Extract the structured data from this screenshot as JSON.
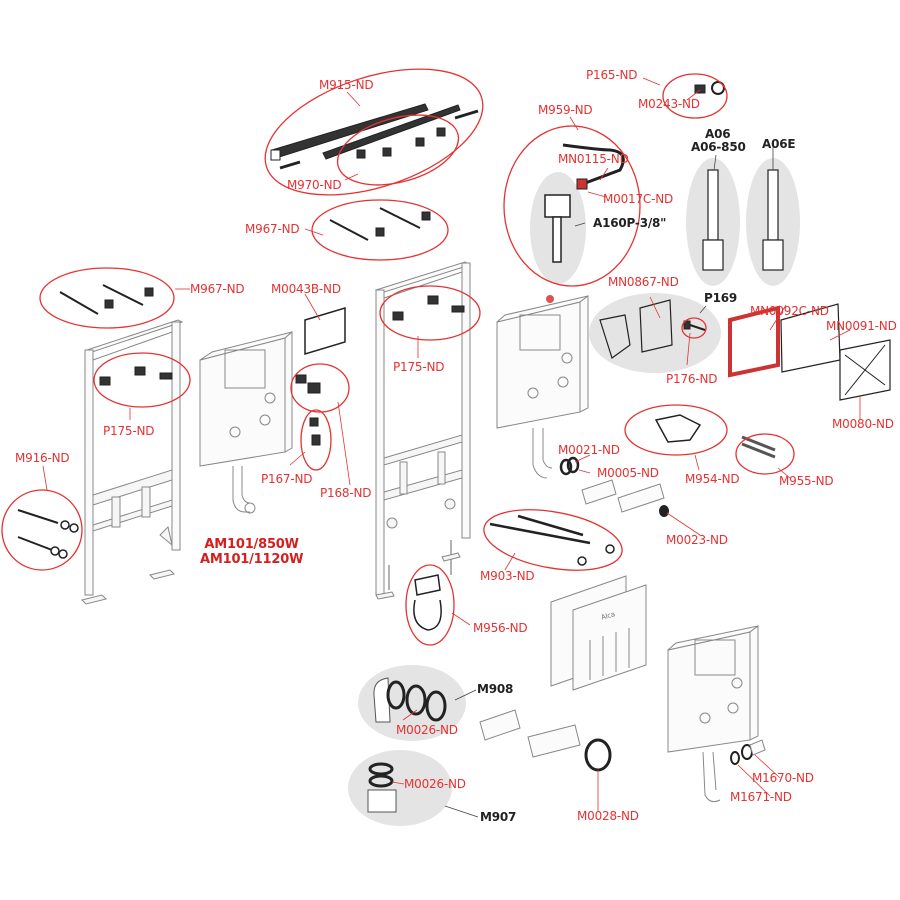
{
  "diagram": {
    "title_models": [
      "AM101/850W",
      "AM101/1120W"
    ],
    "accent_color": "#e53232",
    "highlight_color": "#e4e4e4",
    "parts": [
      {
        "id": "M915-ND",
        "style": "red"
      },
      {
        "id": "M970-ND",
        "style": "red"
      },
      {
        "id": "M967-ND",
        "style": "red",
        "instance": "center"
      },
      {
        "id": "M967-ND",
        "style": "red",
        "instance": "left"
      },
      {
        "id": "M0043B-ND",
        "style": "red"
      },
      {
        "id": "P175-ND",
        "style": "red",
        "instance": "left"
      },
      {
        "id": "P175-ND",
        "style": "red",
        "instance": "center"
      },
      {
        "id": "M916-ND",
        "style": "red"
      },
      {
        "id": "P167-ND",
        "style": "red"
      },
      {
        "id": "P168-ND",
        "style": "red"
      },
      {
        "id": "P165-ND",
        "style": "red"
      },
      {
        "id": "M0243-ND",
        "style": "red"
      },
      {
        "id": "M959-ND",
        "style": "red"
      },
      {
        "id": "MN0115-ND",
        "style": "red"
      },
      {
        "id": "M0017C-ND",
        "style": "red"
      },
      {
        "id": "A160P-3/8\"",
        "style": "dark"
      },
      {
        "id": "A06",
        "style": "dark"
      },
      {
        "id": "A06-850",
        "style": "dark"
      },
      {
        "id": "A06E",
        "style": "dark"
      },
      {
        "id": "MN0867-ND",
        "style": "red"
      },
      {
        "id": "P169",
        "style": "dark"
      },
      {
        "id": "MN0092C-ND",
        "style": "red"
      },
      {
        "id": "MN0091-ND",
        "style": "red"
      },
      {
        "id": "P176-ND",
        "style": "red"
      },
      {
        "id": "M0080-ND",
        "style": "red"
      },
      {
        "id": "M0021-ND",
        "style": "red"
      },
      {
        "id": "M0005-ND",
        "style": "red"
      },
      {
        "id": "M954-ND",
        "style": "red"
      },
      {
        "id": "M955-ND",
        "style": "red"
      },
      {
        "id": "M0023-ND",
        "style": "red"
      },
      {
        "id": "M903-ND",
        "style": "red"
      },
      {
        "id": "M956-ND",
        "style": "red"
      },
      {
        "id": "M908",
        "style": "dark"
      },
      {
        "id": "M0026-ND",
        "style": "red",
        "instance": "M908"
      },
      {
        "id": "M0026-ND",
        "style": "red",
        "instance": "M907"
      },
      {
        "id": "M907",
        "style": "dark"
      },
      {
        "id": "M0028-ND",
        "style": "red"
      },
      {
        "id": "M1670-ND",
        "style": "red"
      },
      {
        "id": "M1671-ND",
        "style": "red"
      }
    ],
    "brand_mark": "Alca"
  }
}
